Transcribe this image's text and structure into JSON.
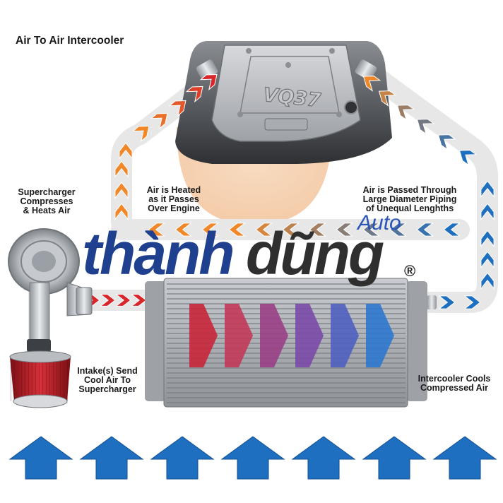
{
  "title": "Air To Air Intercooler",
  "labels": {
    "supercharger": [
      "Supercharger",
      "Compresses",
      "& Heats Air"
    ],
    "heated": [
      "Air is Heated",
      "as it Passes",
      "Over Engine"
    ],
    "passed": [
      "Air is Passed Through",
      "Large Diameter Piping",
      "of Unequal Lenghths"
    ],
    "intake": [
      "Intake(s) Send",
      "Cool Air To",
      "Supercharger"
    ],
    "intercooler": [
      "Intercooler Cools",
      "Compressed Air"
    ]
  },
  "engine_badge": "VQ37",
  "watermark": {
    "brand_blue": "thành",
    "brand_dark": "dũng",
    "sub": "Auto",
    "reg": "®"
  },
  "colors": {
    "hot": "#d8262b",
    "warm": "#f0882a",
    "cool": "#1f6fc0",
    "pipe": "#e6e6e6",
    "brand_blue": "#1f3f8f",
    "brand_dark": "#2f2f2f"
  },
  "icons": [
    "supercharger-icon",
    "air-filter-icon",
    "engine-cover-icon",
    "intercooler-core-icon",
    "flow-arrow-icon",
    "airflow-arrow-icon"
  ]
}
